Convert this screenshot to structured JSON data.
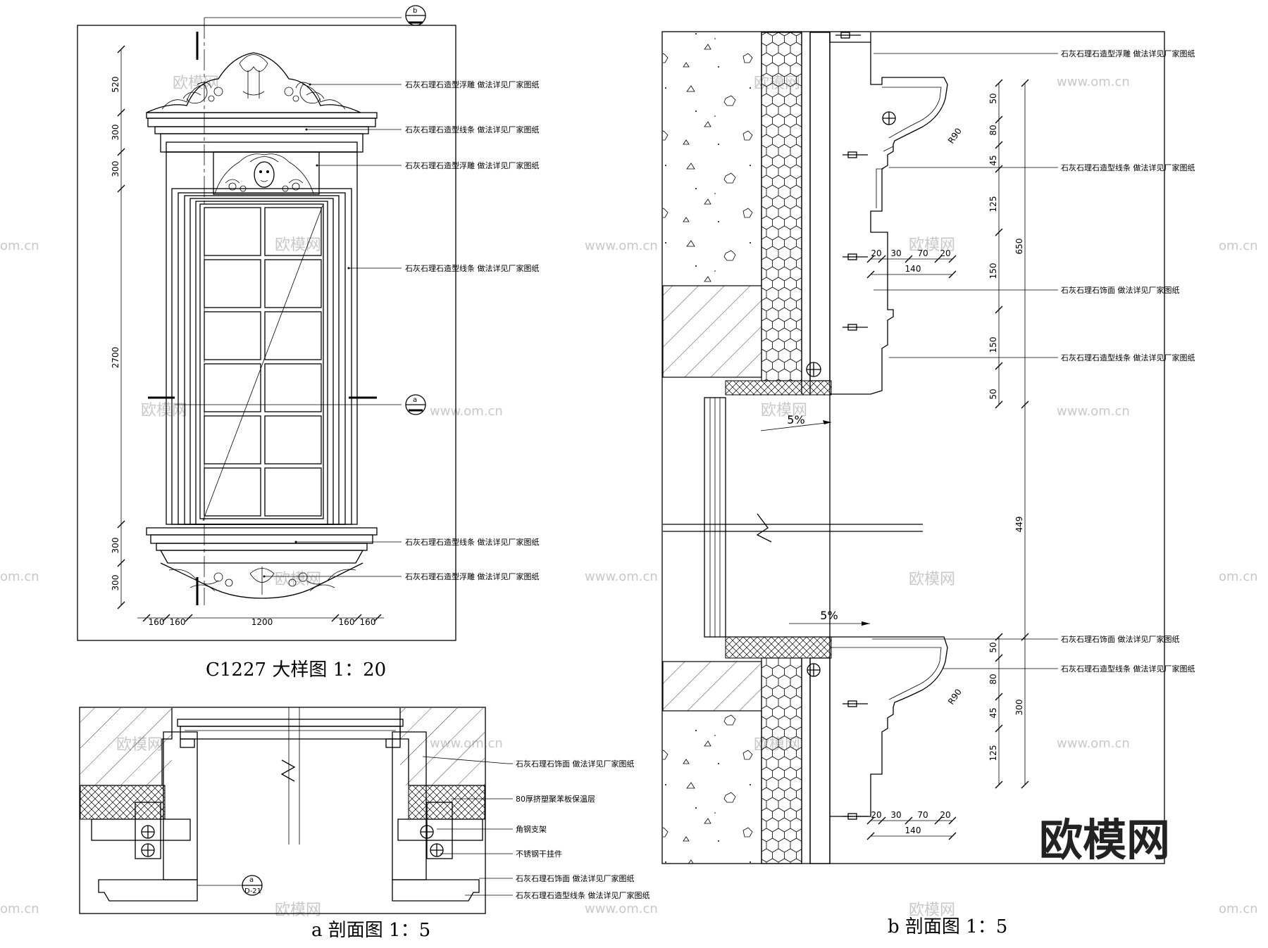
{
  "drawings": {
    "elevation": {
      "title": "C1227 大样图  1：20",
      "section_marker_a": "a",
      "section_marker_b": "b",
      "vertical_dims": [
        "520",
        "300",
        "300",
        "2700",
        "300",
        "300"
      ],
      "horizontal_dims": [
        "160",
        "160",
        "1200",
        "160",
        "160"
      ],
      "labels": [
        "石灰石理石造型浮雕  做法详见厂家图纸",
        "石灰石理石造型线条  做法详见厂家图纸",
        "石灰石理石造型浮雕  做法详见厂家图纸",
        "石灰石理石造型线条  做法详见厂家图纸",
        "石灰石理石造型线条  做法详见厂家图纸",
        "石灰石理石造型浮雕  做法详见厂家图纸"
      ]
    },
    "section_a": {
      "title": "a 剖面图  1：5",
      "ref_top": "a",
      "ref_bottom": "D-21",
      "labels": [
        "石灰石理石饰面  做法详见厂家图纸",
        "80厚挤塑聚苯板保温层",
        "角钢支架",
        "不锈钢干挂件",
        "石灰石理石饰面  做法详见厂家图纸",
        "石灰石理石造型线条  做法详见厂家图纸"
      ]
    },
    "section_b": {
      "title": "b 剖面图  1：5",
      "slope_top": "5%",
      "slope_bottom": "5%",
      "radius_top": "R90",
      "radius_bottom": "R90",
      "vertical_dims_top": [
        "50",
        "80",
        "45",
        "125",
        "150",
        "150",
        "50"
      ],
      "total_top": "650",
      "middle_dim": "449",
      "vertical_dims_bottom": [
        "50",
        "80",
        "45",
        "125"
      ],
      "total_bottom": "300",
      "horizontal_dims_top": [
        "20",
        "30",
        "70",
        "20"
      ],
      "width_top": "140",
      "horizontal_dims_bottom": [
        "20",
        "30",
        "70",
        "20"
      ],
      "width_bottom": "140",
      "labels": [
        "石灰石理石造型浮雕  做法详见厂家图纸",
        "石灰石理石造型线条  做法详见厂家图纸",
        "石灰石理石饰面  做法详见厂家图纸",
        "石灰石理石造型线条  做法详见厂家图纸",
        "石灰石理石饰面  做法详见厂家图纸",
        "石灰石理石造型线条  做法详见厂家图纸"
      ]
    }
  },
  "watermark": {
    "logo": "欧模网",
    "url": "www.om.cn",
    "url_cut": "om.cn"
  }
}
